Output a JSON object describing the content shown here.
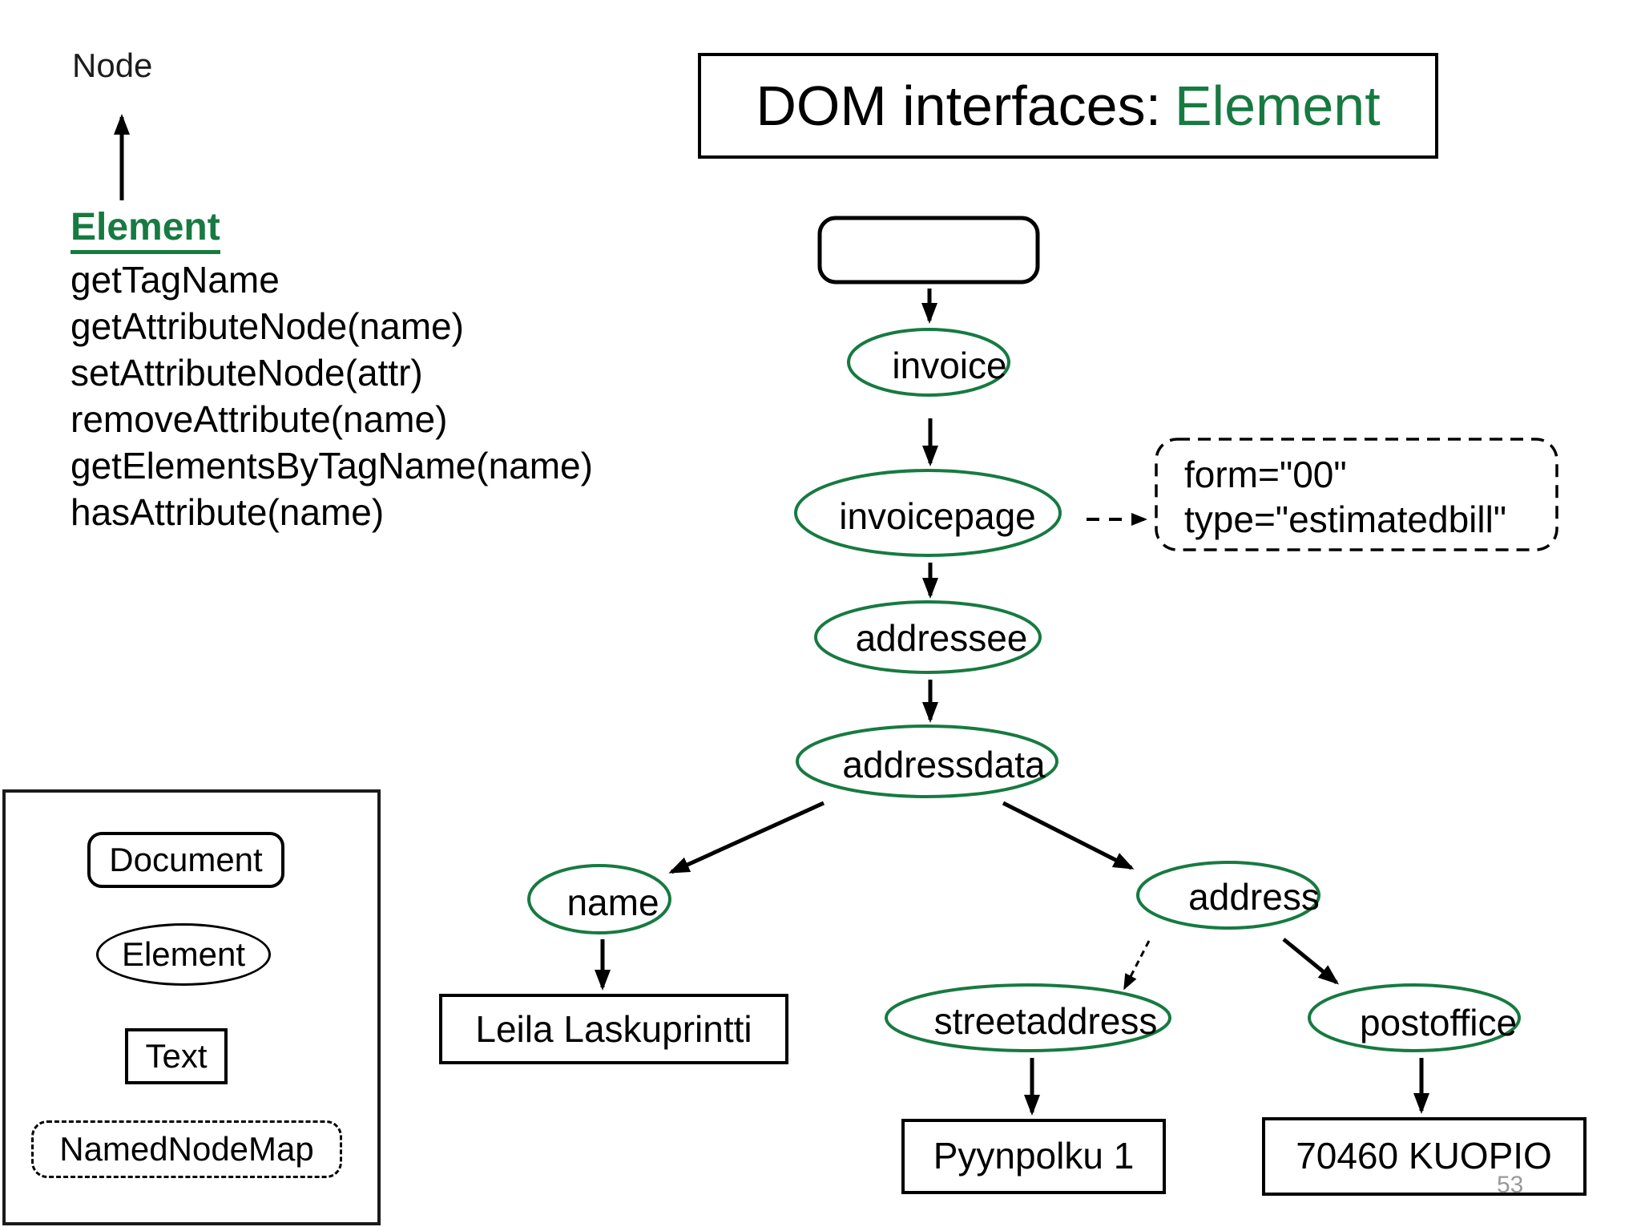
{
  "slide": {
    "background_color": "#ffffff",
    "accent_green": "#177a41",
    "page_number": "53",
    "title": {
      "prefix": "DOM interfaces:",
      "highlight": "Element"
    }
  },
  "left_panel": {
    "node_label": "Node",
    "interface_name": "Element",
    "methods": [
      "getTagName",
      "getAttributeNode(name)",
      "setAttributeNode(attr)",
      "removeAttribute(name)",
      "getElementsByTagName(name)",
      "hasAttribute(name)"
    ]
  },
  "tree": {
    "invoice": "invoice",
    "invoicepage": "invoicepage",
    "addressee": "addressee",
    "addressdata": "addressdata",
    "name": "name",
    "address": "address",
    "streetaddress": "streetaddress",
    "postoffice": "postoffice",
    "attributes": {
      "line1": "form=\"00\"",
      "line2": "type=\"estimatedbill\""
    },
    "name_text": "Leila Laskuprintti",
    "street_text": "Pyynpolku 1",
    "postoffice_text": "70460 KUOPIO"
  },
  "legend": {
    "document_label": "Document",
    "element_label": "Element",
    "text_label": "Text",
    "namednodemap_label": "NamedNodeMap"
  }
}
